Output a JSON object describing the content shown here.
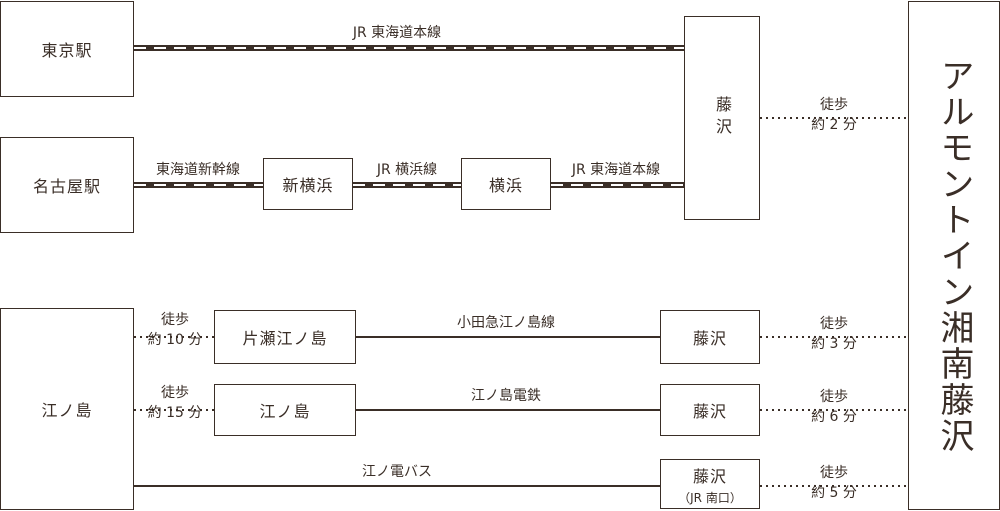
{
  "stations": {
    "tokyo": "東京駅",
    "nagoya": "名古屋駅",
    "enoshima": "江ノ島",
    "shin_yokohama": "新横浜",
    "yokohama": "横浜",
    "fujisawa_jr": "藤沢",
    "katase_enoshima": "片瀬江ノ島",
    "enoshima_enoden": "江ノ島",
    "fujisawa_odakyu": "藤沢",
    "fujisawa_enoden": "藤沢",
    "fujisawa_bus": "藤沢",
    "fujisawa_bus_sub": "（JR 南口）"
  },
  "lines": {
    "jr_tokaido_top": "JR 東海道本線",
    "tokaido_shinkansen": "東海道新幹線",
    "jr_yokohama": "JR 横浜線",
    "jr_tokaido_mid": "JR 東海道本線",
    "odakyu_enoshima": "小田急江ノ島線",
    "enoshima_dentetsu": "江ノ島電鉄",
    "enoden_bus": "江ノ電バス"
  },
  "walks": {
    "w1": {
      "label": "徒歩",
      "time": "約 10 分"
    },
    "w2": {
      "label": "徒歩",
      "time": "約 15 分"
    },
    "w3": {
      "label": "徒歩",
      "time": "約 2 分"
    },
    "w4": {
      "label": "徒歩",
      "time": "約 3 分"
    },
    "w5": {
      "label": "徒歩",
      "time": "約 6 分"
    },
    "w6": {
      "label": "徒歩",
      "time": "約 5 分"
    }
  },
  "destination": "アルモントイン湘南藤沢",
  "colors": {
    "line": "#3a2e27",
    "dash_light": "#ffffff"
  }
}
